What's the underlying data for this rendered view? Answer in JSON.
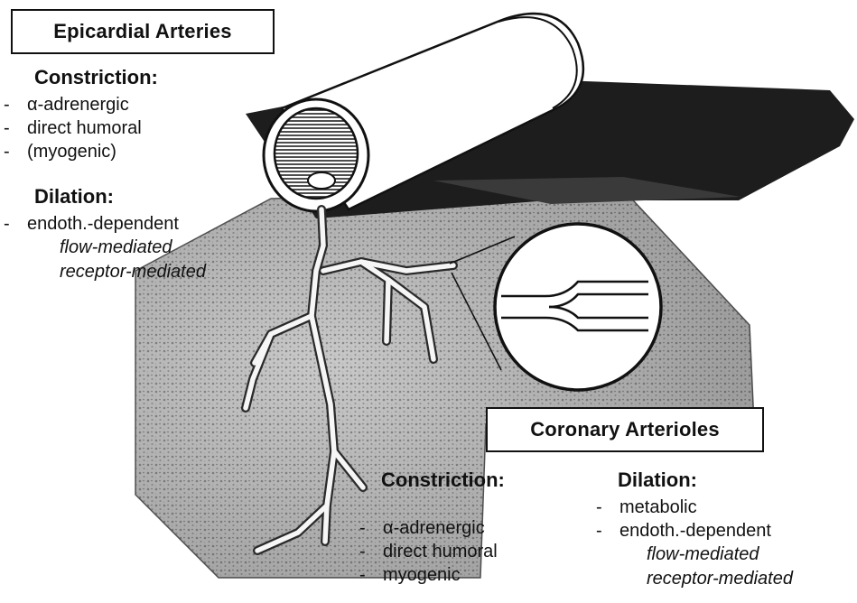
{
  "epicardial": {
    "title": "Epicardial Arteries",
    "constriction_heading": "Constriction:",
    "constriction_items": [
      "α-adrenergic",
      "direct humoral",
      "(myogenic)"
    ],
    "dilation_heading": "Dilation:",
    "dilation_items": [
      "endoth.-dependent"
    ],
    "dilation_subitems": [
      "flow-mediated",
      "receptor-mediated"
    ]
  },
  "arterioles": {
    "title": "Coronary Arterioles",
    "constriction_heading": "Constriction:",
    "constriction_items": [
      "α-adrenergic",
      "direct humoral",
      "myogenic"
    ],
    "dilation_heading": "Dilation:",
    "dilation_items": [
      "metabolic",
      "endoth.-dependent"
    ],
    "dilation_subitems": [
      "flow-mediated",
      "receptor-mediated"
    ]
  },
  "list_marker": "-"
}
